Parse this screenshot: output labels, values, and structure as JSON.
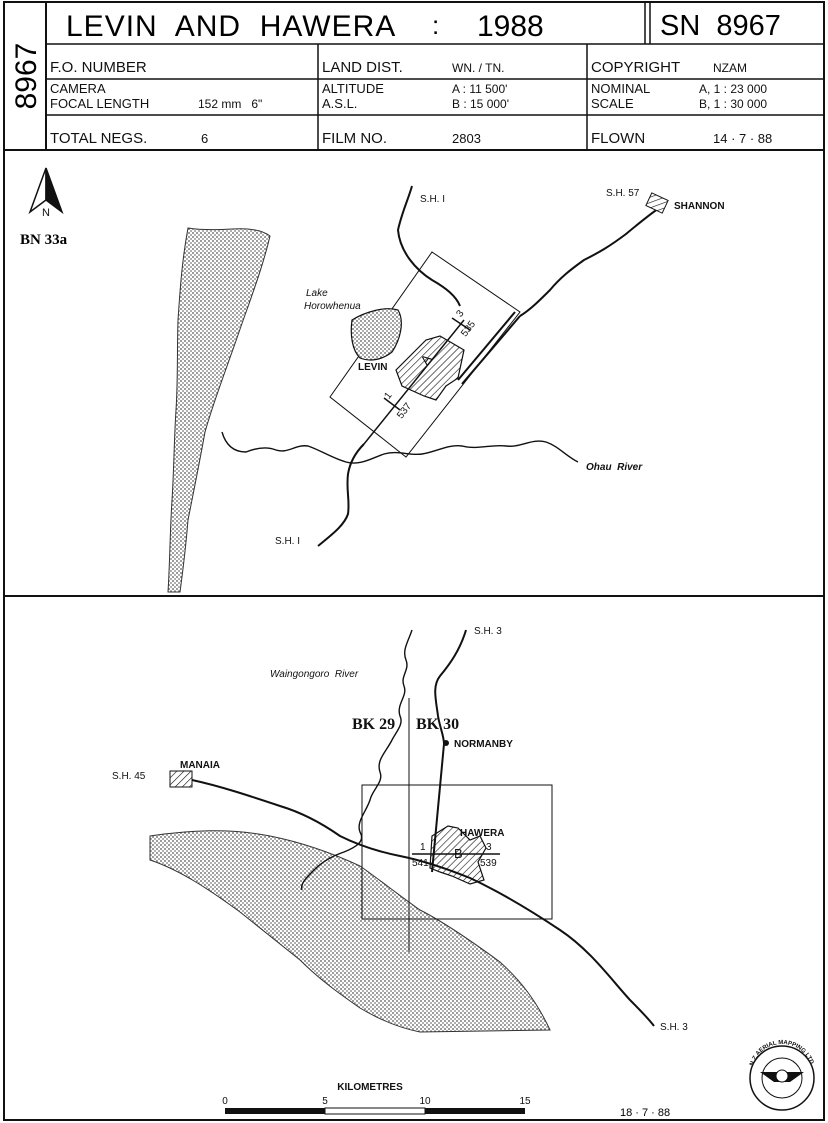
{
  "header": {
    "side_number": "8967",
    "title": "LEVIN  AND  HAWERA",
    "colon": ":",
    "year": "1988",
    "sn": "SN  8967",
    "fo_number_label": "F.O. NUMBER",
    "land_dist_label": "LAND DIST.",
    "land_dist_value": "WN. / TN.",
    "copyright_label": "COPYRIGHT",
    "copyright_value": "NZAM",
    "camera_label": "CAMERA",
    "focal_length_label": "FOCAL LENGTH",
    "focal_length_value": "152 mm   6\"",
    "altitude_label": "ALTITUDE",
    "asl_label": "A.S.L.",
    "altitude_a": "A : 11 500'",
    "altitude_b": "B : 15 000'",
    "nominal_label": "NOMINAL",
    "scale_label": "SCALE",
    "scale_a": "A, 1 : 23 000",
    "scale_b": "B, 1 : 30 000",
    "total_negs_label": "TOTAL NEGS.",
    "total_negs_value": "6",
    "film_no_label": "FILM NO.",
    "film_no_value": "2803",
    "flown_label": "FLOWN",
    "flown_value": "14 · 7 · 88"
  },
  "map_top": {
    "north_letter": "N",
    "sheet_ref": "BN 33a",
    "sh1_north": "S.H. I",
    "sh57": "S.H. 57",
    "shannon": "SHANNON",
    "lake_line1": "Lake",
    "lake_line2": "Horowhenua",
    "levin": "LEVIN",
    "run_label": "A",
    "start_neg": "1",
    "end_neg": "3",
    "start_frame": "537",
    "end_frame": "535",
    "ohau": "Ohau  River",
    "sh1_south": "S.H. I"
  },
  "map_bottom": {
    "sh3_north": "S.H. 3",
    "river": "Waingongoro  River",
    "bk29": "BK 29",
    "bk30": "BK 30",
    "normanby": "NORMANBY",
    "manaia": "MANAIA",
    "sh45": "S.H. 45",
    "hawera": "HAWERA",
    "run_label": "B",
    "start_neg": "1",
    "end_neg": "3",
    "start_frame": "541",
    "end_frame": "539",
    "sh3_south": "S.H. 3"
  },
  "scale_bar": {
    "title": "KILOMETRES",
    "ticks": [
      "0",
      "5",
      "10",
      "15"
    ]
  },
  "footer": {
    "date": "18 · 7 · 88",
    "logo_text": "N.Z.AERIAL MAPPING LTD."
  }
}
